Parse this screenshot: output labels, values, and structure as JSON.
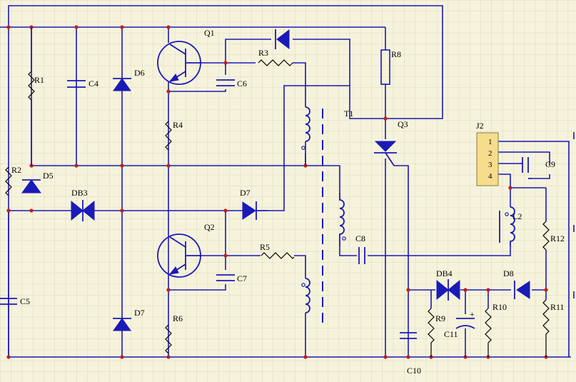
{
  "labels": {
    "Q1": "Q1",
    "Q2": "Q2",
    "Q3": "Q3",
    "R1": "R1",
    "R2": "R2",
    "R3": "R3",
    "R4": "R4",
    "R5": "R5",
    "R6": "R6",
    "R8": "R8",
    "R9": "R9",
    "R10": "R10",
    "R11": "R11",
    "R12": "R12",
    "C4": "C4",
    "C5": "C5",
    "C6": "C6",
    "C7": "C7",
    "C8": "C8",
    "C9": "C9",
    "C10": "C10",
    "C11": "C11",
    "D5": "D5",
    "D6": "D6",
    "D7a": "D7",
    "D7b": "D7",
    "D8": "D8",
    "DB3": "DB3",
    "DB4": "DB4",
    "T1": "T1",
    "L2": "L2",
    "J2": "J2",
    "pin1": "1",
    "pin2": "2",
    "pin3": "3",
    "pin4": "4",
    "plus": "+"
  },
  "colors": {
    "wire": "#1a1ab8",
    "junction": "#c0201a",
    "grid": "#d8d3b8",
    "background": "#f6f3dc",
    "connector": "#f5dd8c"
  }
}
